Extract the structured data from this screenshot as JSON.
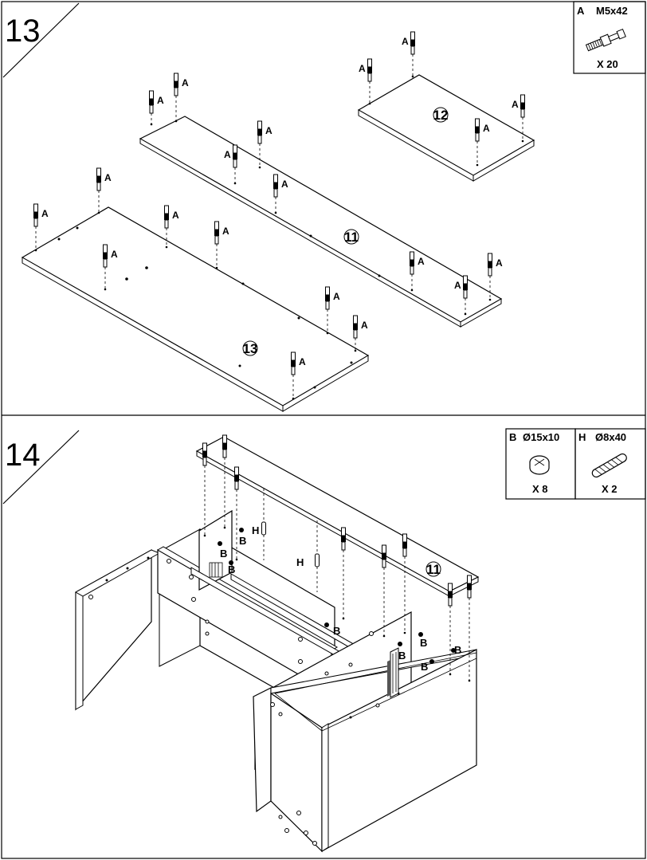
{
  "step13": {
    "number": "13",
    "part_box": {
      "letter": "A",
      "size": "M5x42",
      "qty": "X 20"
    },
    "panels": {
      "p11": "11",
      "p12": "12",
      "p13": "13"
    },
    "fastener_letter": "A"
  },
  "step14": {
    "number": "14",
    "part_box_b": {
      "letter": "B",
      "size": "Ø15x10",
      "qty": "X 8"
    },
    "part_box_h": {
      "letter": "H",
      "size": "Ø8x40",
      "qty": "X 2"
    },
    "panels": {
      "p11": "11"
    },
    "cam_letter": "B",
    "dowel_letter": "H"
  },
  "icons": [
    "cam-bolt-icon",
    "cam-lock-icon",
    "wooden-dowel-icon"
  ]
}
